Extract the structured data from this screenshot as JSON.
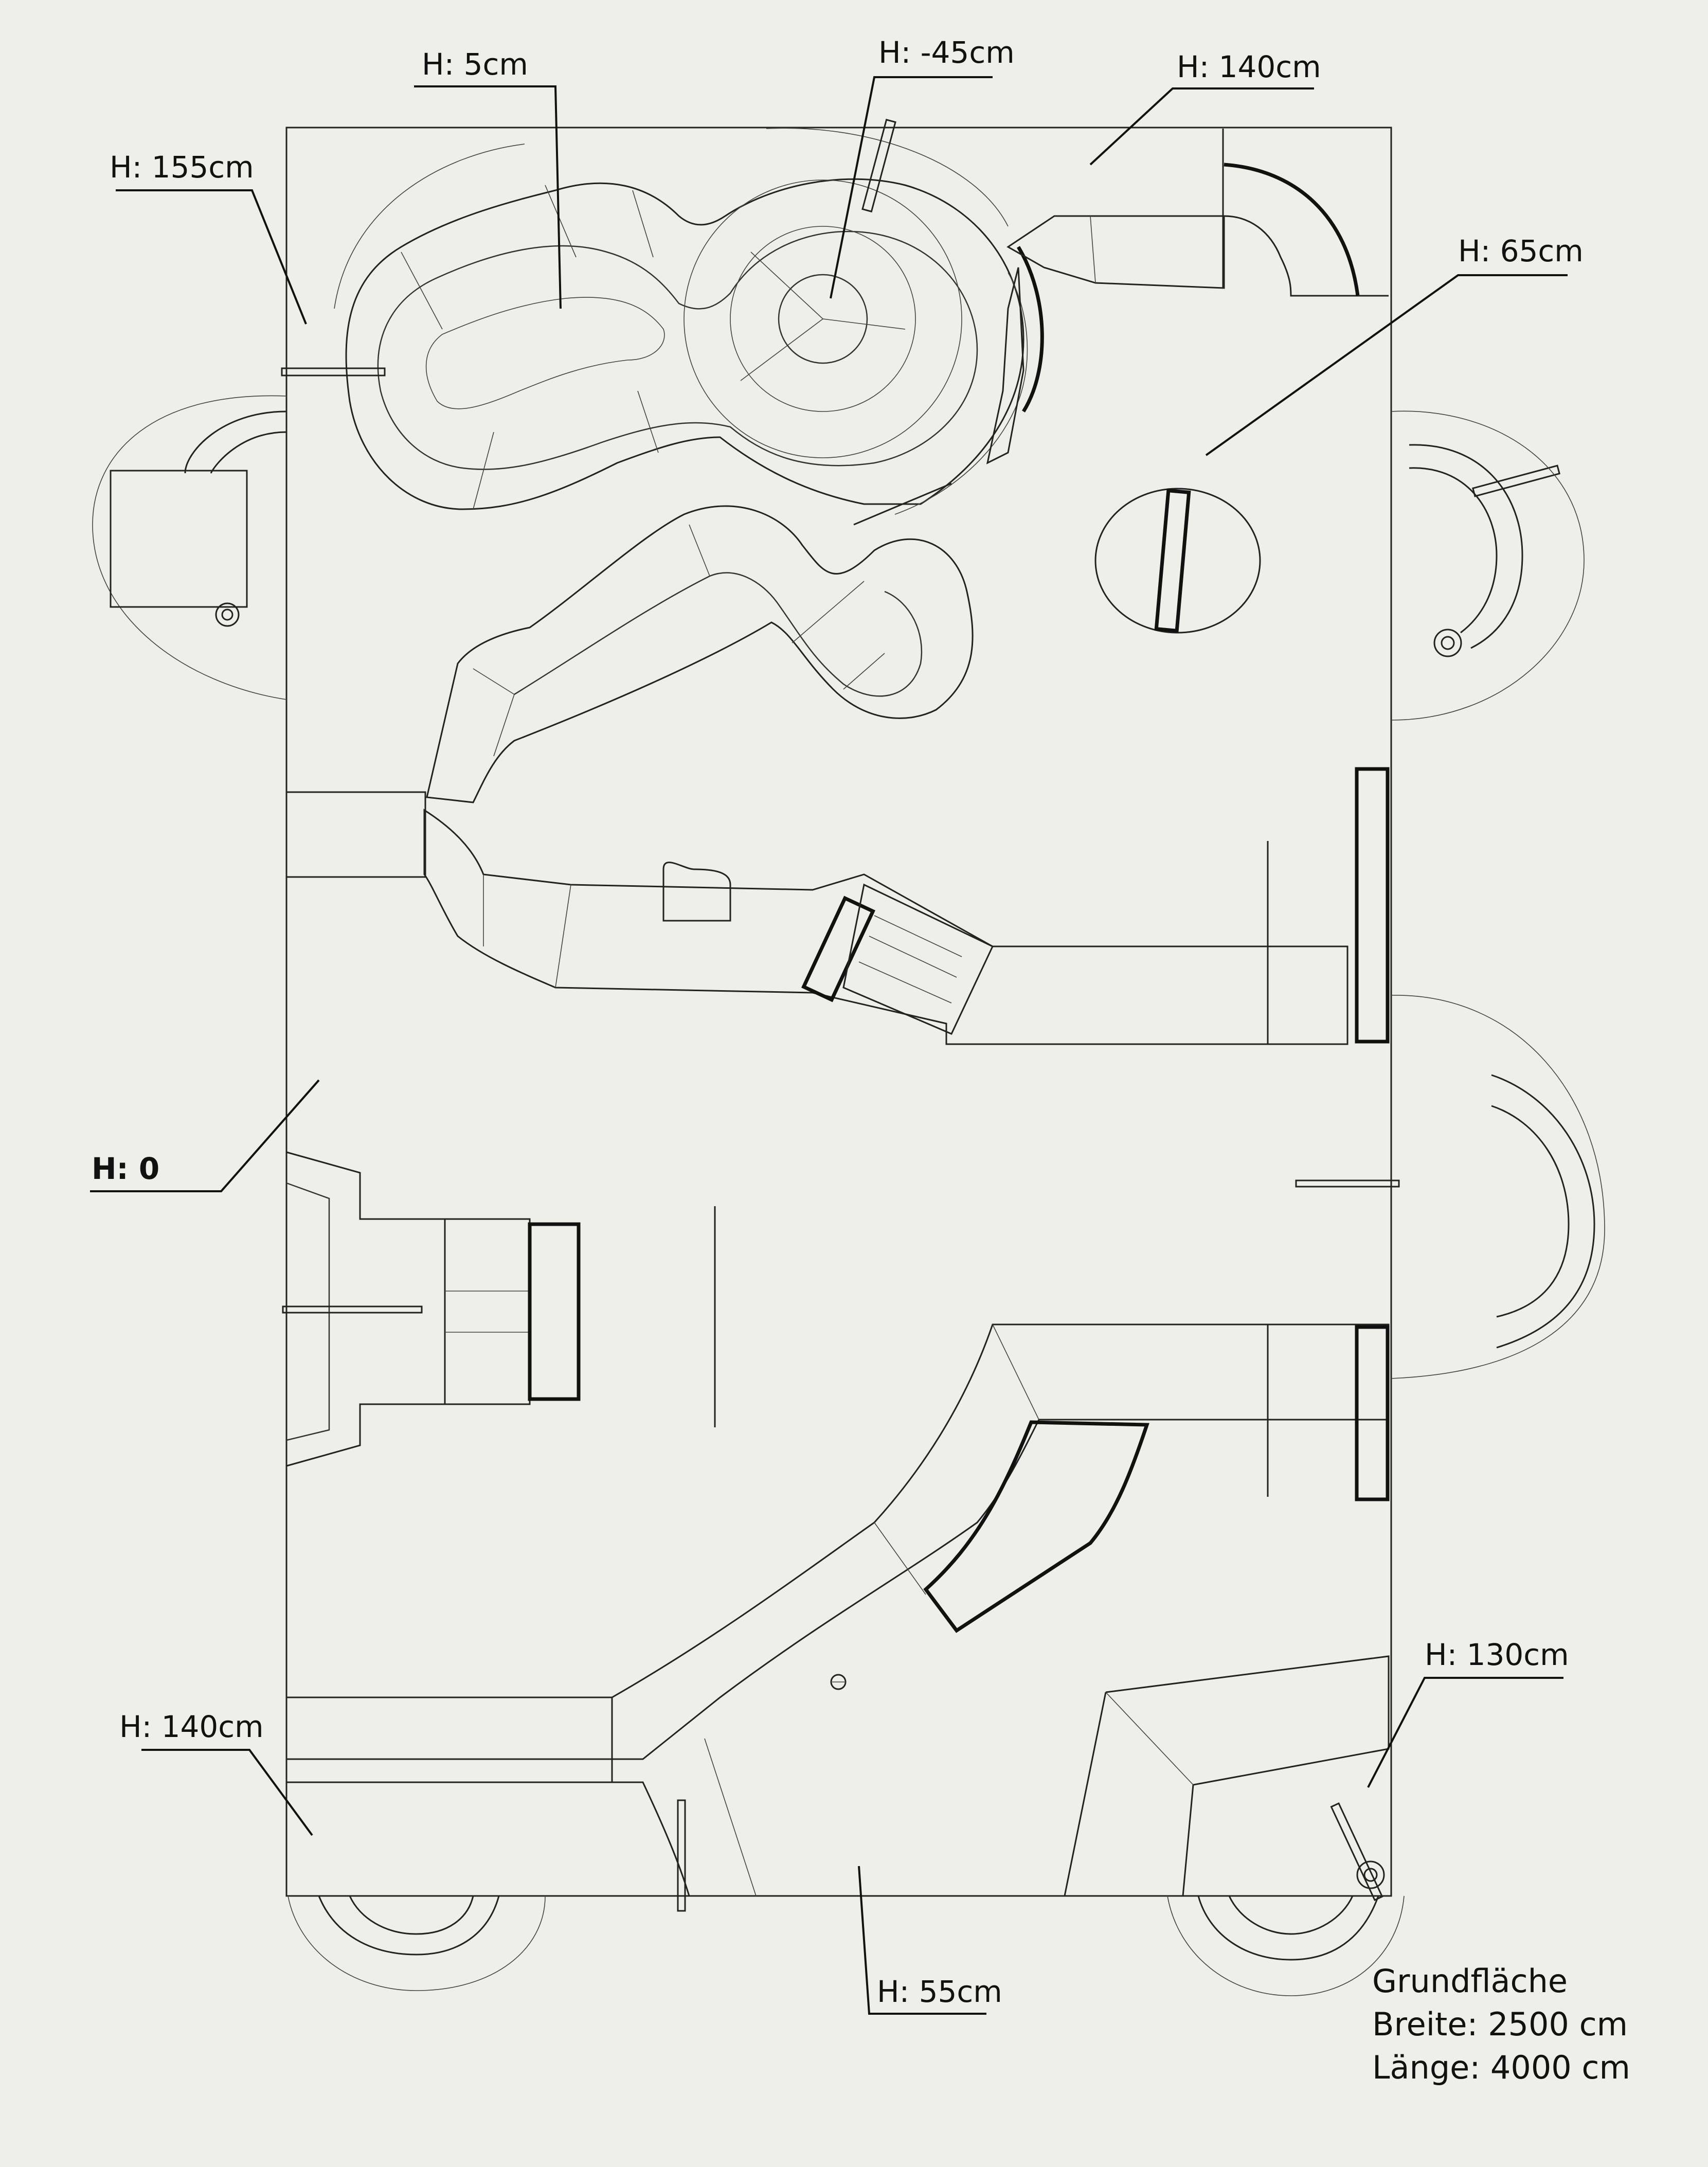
{
  "labels": {
    "h5": "H: 5cm",
    "hminus45": "H: -45cm",
    "h140_top": "H: 140cm",
    "h155": "H: 155cm",
    "h65": "H: 65cm",
    "h0": "H: 0",
    "h130": "H: 130cm",
    "h140_bottom": "H: 140cm",
    "h55": "H: 55cm"
  },
  "info": {
    "title": "Grundfläche",
    "width": "Breite: 2500 cm",
    "length": "Länge: 4000 cm"
  }
}
